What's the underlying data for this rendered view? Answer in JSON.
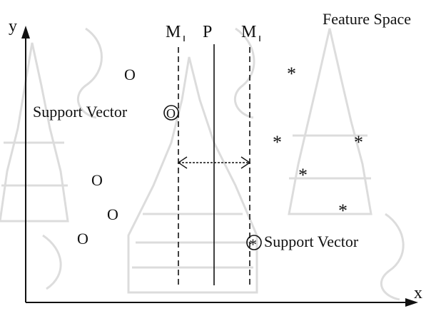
{
  "title": "Feature Space",
  "axes": {
    "x_label": "x",
    "y_label": "y"
  },
  "hyperplanes": {
    "margin_left_label": "M",
    "separator_label": "P",
    "margin_right_label": "M"
  },
  "support_vector_label_left": "Support Vector",
  "support_vector_label_right": "Support Vector",
  "class_o_symbol": "O",
  "class_star_symbol": "*",
  "colors": {
    "ink": "#111111",
    "background": "#ffffff",
    "watermark": "#d9d9d9"
  },
  "icons": {
    "margin_arrow": "double-headed-arrow-icon",
    "watermark": "temple-watermark-icon"
  }
}
